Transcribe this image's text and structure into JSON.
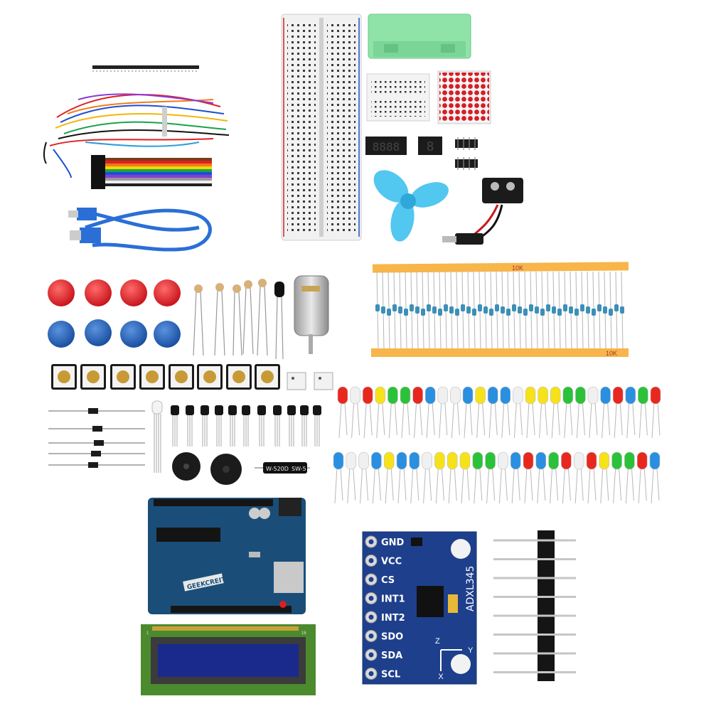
{
  "product": {
    "description": "Electronics starter kit product photo",
    "components": [
      "pin-header-strip",
      "jumper-wires",
      "dupont-ribbon-cable",
      "usb-cable",
      "breadboard",
      "component-box",
      "mini-breadboard",
      "led-dot-matrix",
      "4-digit-7-segment-display",
      "1-digit-7-segment-display",
      "ic-chips",
      "fan-propeller",
      "9v-battery-snap-cable",
      "tactile-button-caps",
      "photoresistors",
      "ir-receiver",
      "dc-motor",
      "resistor-strip",
      "tactile-switches",
      "optocouplers",
      "diodes",
      "rgb-led",
      "transistors",
      "buzzers",
      "capacitor",
      "leds",
      "microcontroller-board",
      "lcd-module",
      "accelerometer-module",
      "long-pin-header"
    ]
  },
  "printed_labels": {
    "board_brand": "GEEKCREIT",
    "resistor_band_top": "10K",
    "resistor_band_bottom": "10K",
    "capacitor_text": "W-520D",
    "capacitor_text_2": "SW-5",
    "accel_name": "ADXL345",
    "accel_pins": [
      "GND",
      "VCC",
      "CS",
      "INT1",
      "INT2",
      "SDO",
      "SDA",
      "SCL"
    ],
    "accel_axis_x": "X",
    "accel_axis_y": "Y",
    "accel_axis_z": "Z",
    "lcd_pin_16": "16",
    "lcd_pin_1": "1"
  },
  "colors": {
    "button_red": "#d8232a",
    "button_blue": "#1f5fb4",
    "board_blue": "#1a4e79",
    "accel_blue": "#1e3f8c",
    "lcd_green": "#4c8a2e",
    "lcd_screen": "#1a2a8c",
    "box_green": "#8fe3a9",
    "propeller": "#52c7f0",
    "resistor_tape": "#f7b54a"
  }
}
